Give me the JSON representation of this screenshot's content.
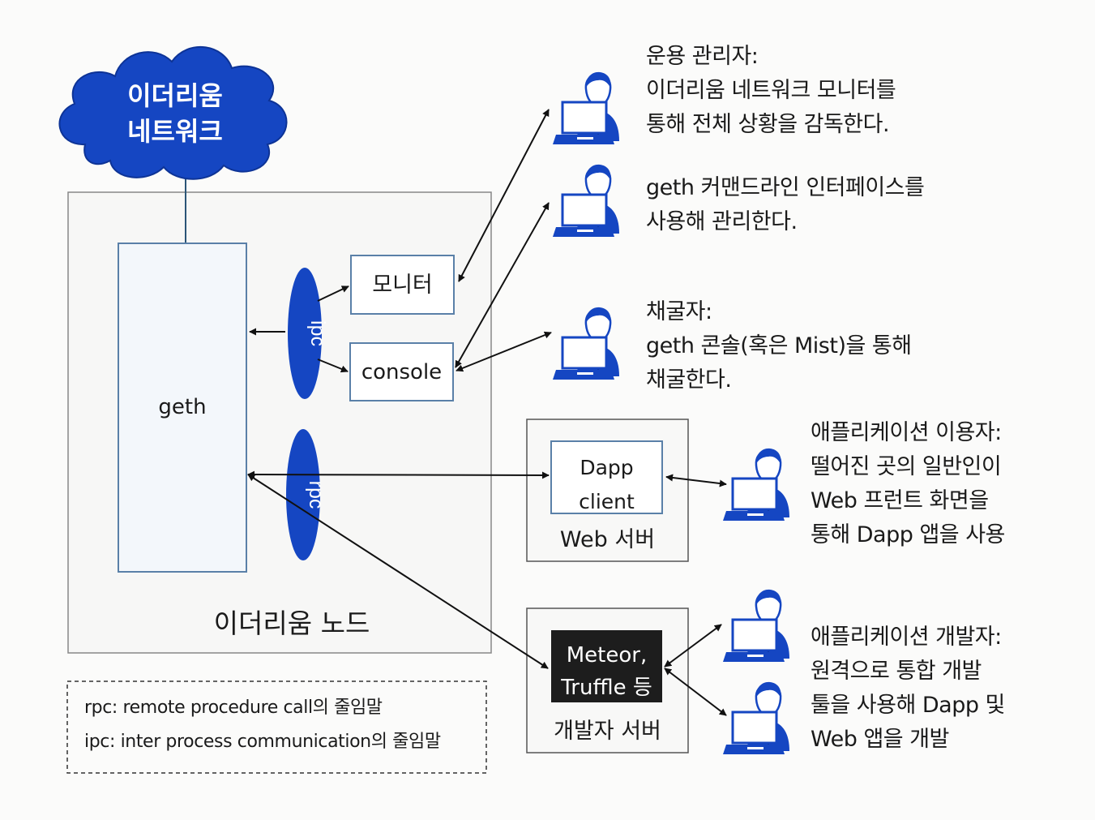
{
  "network": {
    "line1": "이더리움",
    "line2": "네트워크"
  },
  "node": {
    "title": "이더리움 노드",
    "geth": "geth"
  },
  "channels": {
    "ipc": "ipc",
    "rpc": "rpc"
  },
  "tools": {
    "monitor": "모니터",
    "console": "console"
  },
  "web_server": {
    "client_line1": "Dapp",
    "client_line2": "client",
    "label": "Web 서버"
  },
  "dev_server": {
    "tool_line1": "Meteor,",
    "tool_line2": "Truffle 등",
    "label": "개발자 서버"
  },
  "roles": {
    "operator": {
      "lines": [
        "운용 관리자:",
        "이더리움 네트워크 모니터를",
        "통해 전체 상황을 감독한다."
      ]
    },
    "cli_admin": {
      "lines": [
        "geth 커맨드라인 인터페이스를",
        "사용해 관리한다."
      ]
    },
    "miner": {
      "lines": [
        "채굴자:",
        "geth 콘솔(혹은 Mist)을 통해",
        "채굴한다."
      ]
    },
    "app_user": {
      "lines": [
        "애플리케이션 이용자:",
        "떨어진 곳의 일반인이",
        "Web 프런트 화면을",
        "통해 Dapp 앱을 사용"
      ]
    },
    "app_dev": {
      "lines": [
        "애플리케이션 개발자:",
        "원격으로 통합 개발",
        "툴을 사용해 Dapp 및",
        "Web 앱을 개발"
      ]
    }
  },
  "legend": {
    "rpc": "rpc: remote procedure call의 줄임말",
    "ipc": "ipc: inter process communication의 줄임말"
  },
  "colors": {
    "blue": "#1546c2",
    "box_border": "#5a80a8",
    "dark": "#222222"
  }
}
